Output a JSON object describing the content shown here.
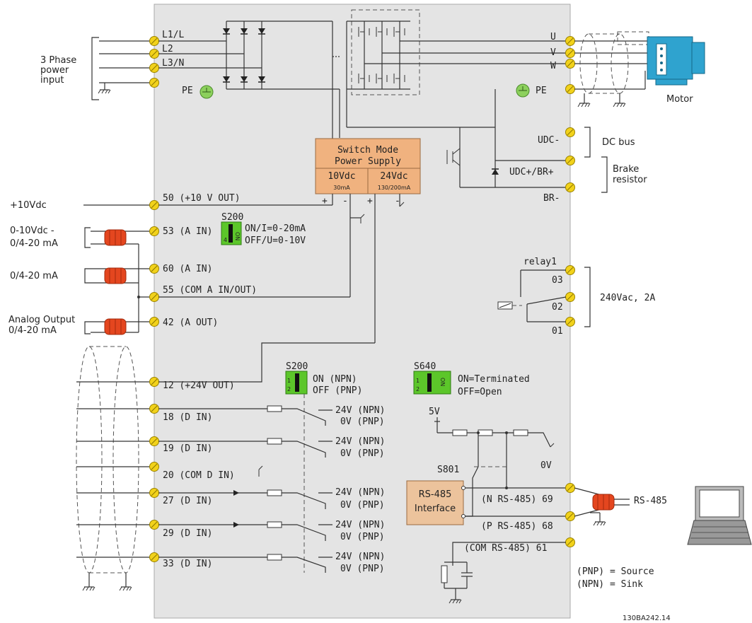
{
  "power": {
    "input_label": [
      "3 Phase",
      "power",
      "input"
    ],
    "phases": [
      "L1/L",
      "L2",
      "L3/N"
    ],
    "pe": "PE"
  },
  "outputs": {
    "u": "U",
    "v": "V",
    "w": "W",
    "pe": "PE",
    "motor": "Motor"
  },
  "dc": {
    "udc_minus": "UDC-",
    "udc_plus": "UDC+/BR+",
    "br_minus": "BR-",
    "dc_bus": "DC  bus",
    "brake": [
      "Brake",
      "resistor"
    ]
  },
  "psu": {
    "title": [
      "Switch Mode",
      "Power Supply"
    ],
    "v10": "10Vdc",
    "v10_current": "30mA",
    "v24": "24Vdc",
    "v24_current": "130/200mA",
    "plus": "+",
    "minus": "-"
  },
  "analog": {
    "ext_10v": "+10Vdc",
    "t50": "50 (+10 V OUT)",
    "t53": "53 (A IN)",
    "t60": "60 (A IN)",
    "t55": "55 (COM A IN/OUT)",
    "t42": "42 (A OUT)",
    "ext_53": [
      "0-10Vdc -",
      "0/4-20 mA"
    ],
    "ext_60": "0/4-20 mA",
    "ext_42": [
      "Analog Output",
      "0/4-20 mA"
    ],
    "s200": "S200",
    "s200_on": "ON/I=0-20mA",
    "s200_off": "OFF/U=0-10V",
    "switch_num": "4",
    "switch_on": "ON"
  },
  "relay": {
    "name": "relay1",
    "t03": "03",
    "t02": "02",
    "t01": "01",
    "rating": "240Vac, 2A"
  },
  "digital": {
    "t12": "12 (+24V OUT)",
    "t18": "18 (D IN)",
    "t19": "19 (D IN)",
    "t20": "20 (COM D IN)",
    "t27": "27 (D IN)",
    "t29": "29 (D IN)",
    "t33": "33 (D IN)",
    "s200": "S200",
    "s200_on": "ON (NPN)",
    "s200_off": "OFF (PNP)",
    "npn": "24V (NPN)",
    "pnp": "0V (PNP)",
    "switch_nums": [
      "1",
      "2"
    ]
  },
  "bus": {
    "s640": "S640",
    "s640_on": "ON=Terminated",
    "s640_off": "OFF=Open",
    "v5": "5V",
    "v0": "0V",
    "s801": "S801",
    "rs485_box": [
      "RS-485",
      "Interface"
    ],
    "t69": "(N RS-485) 69",
    "t68": "(P RS-485) 68",
    "t61": "(COM RS-485) 61",
    "rs485": "RS-485"
  },
  "legend": {
    "pnp": "(PNP) = Source",
    "npn": "(NPN) = Sink"
  },
  "figure_code": "130BA242.14",
  "colors": {
    "panel": "#e4e4e4",
    "psu_box": "#f0b27f",
    "rs485_box": "#ecc39c",
    "switch": "#5cc62a",
    "ferrite": "#e4461f",
    "ground": "#8cd05c",
    "motor": "#2fa3cf",
    "terminal": "#f2d21b"
  }
}
